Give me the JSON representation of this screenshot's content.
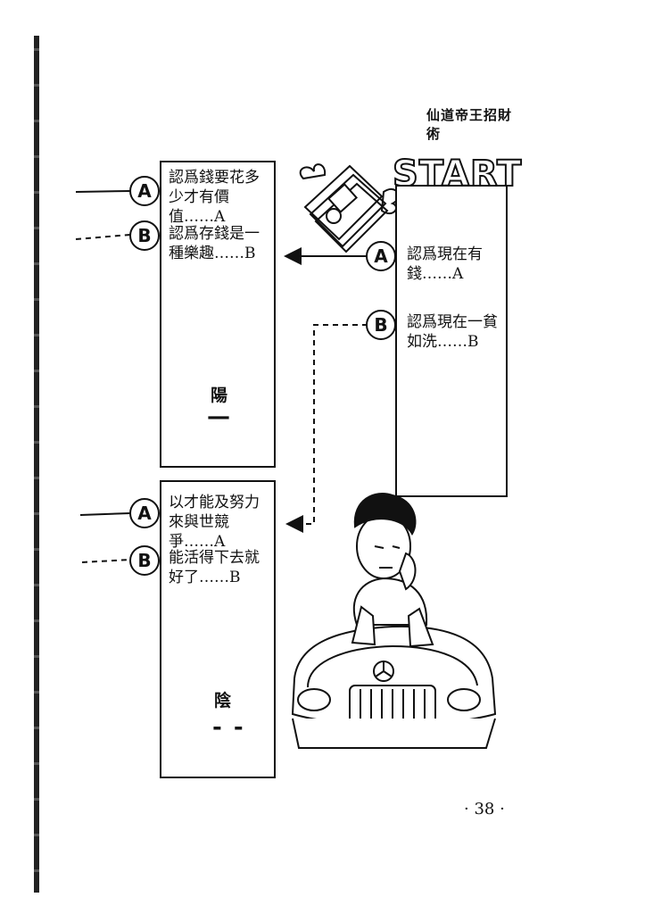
{
  "header": {
    "title": "仙道帝王招財術"
  },
  "start": {
    "label": "START"
  },
  "start_box": {
    "option_a": {
      "letter": "A",
      "text": "認爲現在有錢……A"
    },
    "option_b": {
      "letter": "B",
      "text": "認爲現在一貧如洗……B"
    }
  },
  "yang_box": {
    "option_a": {
      "letter": "A",
      "text": "認爲錢要花多少才有價值……A"
    },
    "option_b": {
      "letter": "B",
      "text": "認爲存錢是一種樂趣……B"
    },
    "result_name": "陽",
    "result_symbol": "—"
  },
  "yin_box": {
    "option_a": {
      "letter": "A",
      "text": "以才能及努力來與世競爭……A"
    },
    "option_b": {
      "letter": "B",
      "text": "能活得下去就好了……B"
    },
    "result_name": "陰",
    "result_symbol": "- -"
  },
  "page": {
    "number": "· 38 ·"
  }
}
